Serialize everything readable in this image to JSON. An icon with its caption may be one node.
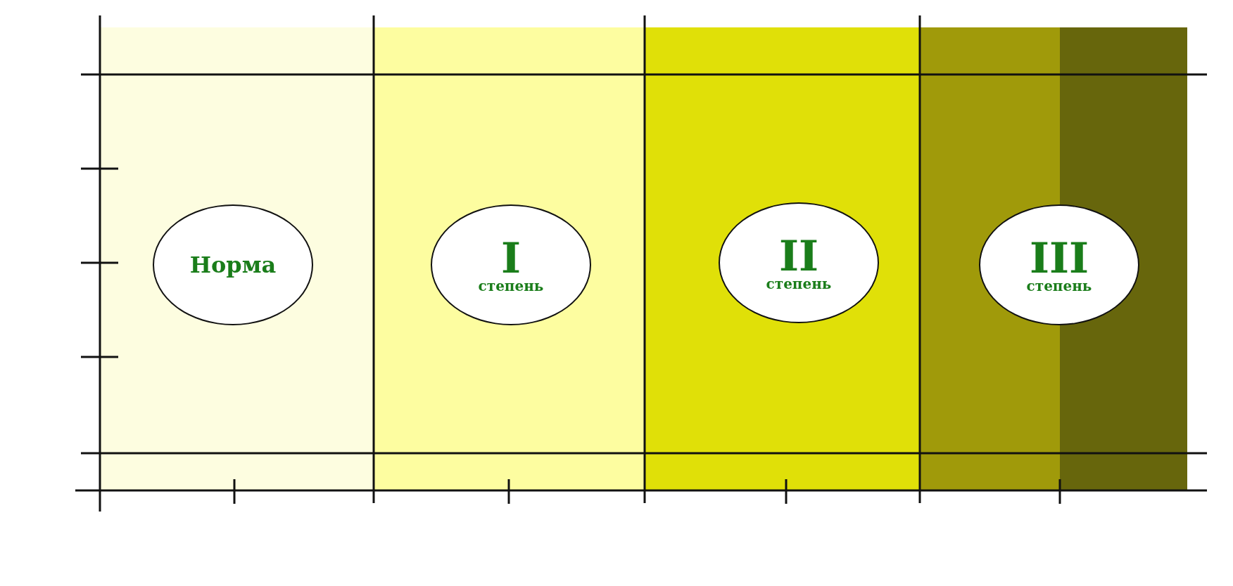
{
  "diagram": {
    "nodes": [
      {
        "text": [
          "Норма"
        ]
      },
      {
        "text": [
          "I",
          "степень"
        ]
      },
      {
        "text": [
          "II",
          "степень"
        ]
      },
      {
        "text": [
          "III",
          "степень"
        ]
      }
    ]
  }
}
